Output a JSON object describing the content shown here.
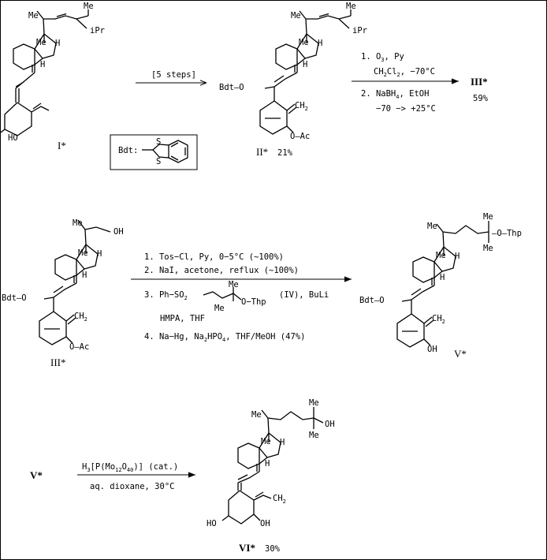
{
  "compound_labels": {
    "I": "I*",
    "II": "II*",
    "III_product": "III*",
    "III": "III*",
    "V": "V*",
    "V_start": "V*",
    "VI": "VI*"
  },
  "yields": {
    "II": "21%",
    "III": "59%",
    "VI": "30%"
  },
  "substituents": {
    "me": "Me",
    "ipr": "iPr",
    "h": "H",
    "ho": "HO",
    "oh": "OH",
    "bdt_o": "Bdt—O",
    "oac": "O—Ac",
    "ch2": "CH",
    "ch2_sub": "2",
    "othp": "—O—Thp"
  },
  "bdt_legend": {
    "label": "Bdt:",
    "s_top": "S",
    "s_bottom": "S"
  },
  "step1": {
    "reagent": "[5 steps]"
  },
  "step2": {
    "line1": "1. O",
    "line1_sub": "3",
    "line1_end": ", Py",
    "line2": "CH",
    "line2_sub1": "2",
    "line2_mid": "Cl",
    "line2_sub2": "2",
    "line2_end": ",   −70°C",
    "line3": "2. NaBH",
    "line3_sub": "4",
    "line3_end": ",  EtOH",
    "line4": "−70 −> +25°C"
  },
  "step3": {
    "line1": "1. Tos−Cl, Py, 0−5°C   (~100%)",
    "line2": "2. NaI, acetone, reflux  (~100%)",
    "line3_a": "3.  Ph−SO",
    "line3_sub": "2",
    "line3_me_top": "Me",
    "line3_me_bottom": "Me",
    "line3_othp": "O−Thp",
    "line3_iv": "(IV), BuLi",
    "line4": "HMPA,  THF",
    "line5_a": "4. Na−Hg, Na",
    "line5_sub1": "2",
    "line5_b": "HPO",
    "line5_sub2": "4",
    "line5_c": ", THF/MeOH   (47%)"
  },
  "step4": {
    "line1_a": "H",
    "line1_sub1": "3",
    "line1_b": "[P(Mo",
    "line1_sub2": "12",
    "line1_c": "O",
    "line1_sub3": "40",
    "line1_d": ")] (cat.)",
    "line2": "aq. dioxane,  30°C"
  }
}
